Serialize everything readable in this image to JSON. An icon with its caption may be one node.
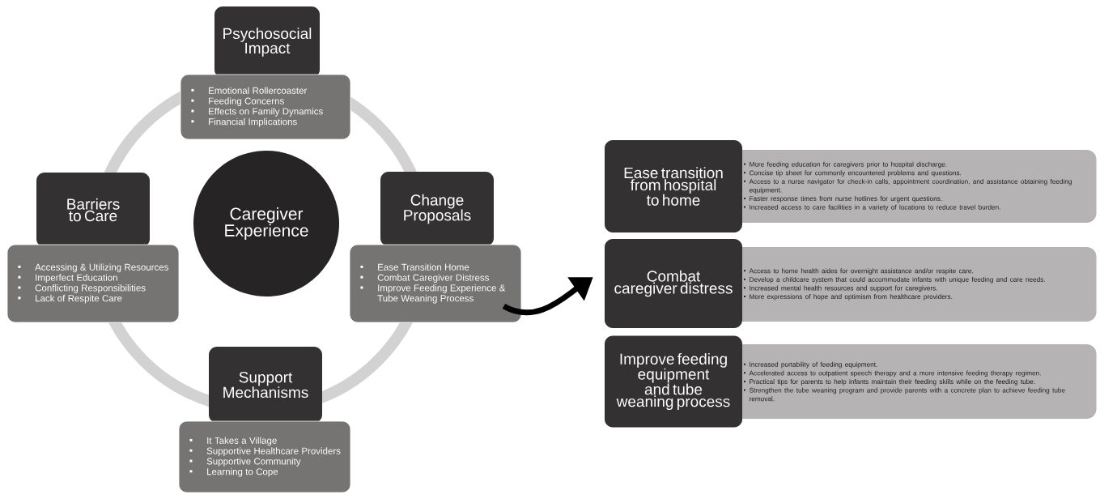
{
  "diagram": {
    "nodes": [
      {
        "text": [
          "Psychosocial Impact"
        ]
      },
      {
        "text": [
          "Emotional Rollercoaster",
          "Feeding Concerns",
          "Effects on Family Dynamics",
          "Financial Implications"
        ]
      },
      {
        "text": [
          "Caregiver Experience"
        ]
      },
      {
        "text": [
          "Barriers to Care"
        ]
      },
      {
        "text": [
          "Accessing & Utilizing Resources",
          "Imperfect Education",
          "Conflicting Responsibilities",
          "Lack of Respite Care"
        ]
      },
      {
        "text": [
          "Change Proposals"
        ]
      },
      {
        "text": [
          "Ease Transition Home",
          "Combat Caregiver Distress",
          "Improve Feeding Experience & Tube Weaning Process"
        ]
      },
      {
        "text": [
          "Support Mechanisms"
        ]
      },
      {
        "text": [
          "It Takes a Village",
          "Supportive Healthcare Providers",
          "Supportive Community",
          "Learning to Cope"
        ]
      },
      {
        "text": [
          "Ease transition from hospital to home"
        ]
      },
      {
        "text": [
          "More feeding education for caregivers prior to hospital discharge.",
          "Concise tip sheet for commonly encountered problems and questions.",
          "Access to a nurse navigator for check-in calls, appointment coordination, and assistance obtaining feeding equipment.",
          "Faster response times from nurse hotlines for urgent questions.",
          "Increased access to care facilities in a variety of locations to reduce travel burden."
        ]
      },
      {
        "text": [
          "Combat caregiver distress"
        ]
      },
      {
        "text": [
          "Access to home health aides for overnight assistance and/or respite care.",
          "Develop a childcare system that could accommodate infants with unique feeding and care needs.",
          "Increased mental health resources and support for caregivers.",
          "More expressions of hope and optimism from healthcare providers."
        ]
      },
      {
        "text": [
          "Improve feeding equipment and tube weaning process"
        ]
      },
      {
        "text": [
          "Increased portability of feeding equipment.",
          "Accelerated access to outpatient speech therapy and a more intensive feeding therapy regimen.",
          "Practical tips for parents to help infants maintain their feeding skills while on the feeding tube.",
          "Strengthen the tube weaning program and provide parents with a concrete plan to achieve feeding tube removal."
        ]
      }
    ],
    "edges": [
      {
        "from": 6,
        "to": 11,
        "arrow": "to"
      }
    ]
  }
}
